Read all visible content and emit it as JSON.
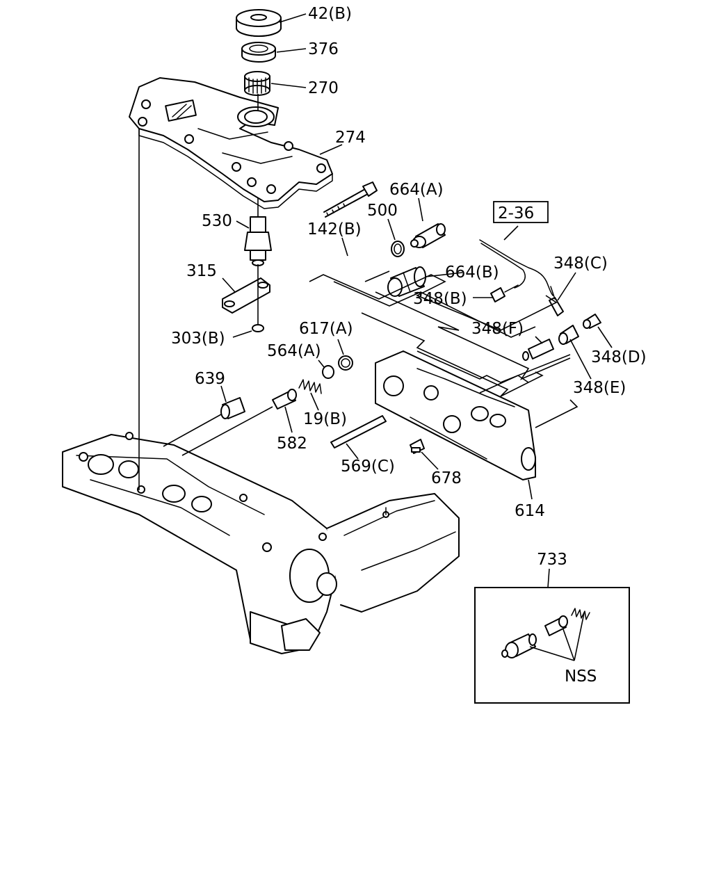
{
  "callouts": [
    {
      "id": "c42b",
      "label": "42(B)"
    },
    {
      "id": "c376",
      "label": "376"
    },
    {
      "id": "c270",
      "label": "270"
    },
    {
      "id": "c274",
      "label": "274"
    },
    {
      "id": "c530",
      "label": "530"
    },
    {
      "id": "c315",
      "label": "315"
    },
    {
      "id": "c303b",
      "label": "303(B)"
    },
    {
      "id": "c142b",
      "label": "142(B)"
    },
    {
      "id": "c500",
      "label": "500"
    },
    {
      "id": "c664a",
      "label": "664(A)"
    },
    {
      "id": "c664b",
      "label": "664(B)"
    },
    {
      "id": "c348b",
      "label": "348(B)"
    },
    {
      "id": "c348c",
      "label": "348(C)"
    },
    {
      "id": "c348f",
      "label": "348(F)"
    },
    {
      "id": "c348d",
      "label": "348(D)"
    },
    {
      "id": "c348e",
      "label": "348(E)"
    },
    {
      "id": "c617a",
      "label": "617(A)"
    },
    {
      "id": "c564a",
      "label": "564(A)"
    },
    {
      "id": "c639",
      "label": "639"
    },
    {
      "id": "c19b",
      "label": "19(B)"
    },
    {
      "id": "c582",
      "label": "582"
    },
    {
      "id": "c569c",
      "label": "569(C)"
    },
    {
      "id": "c678",
      "label": "678"
    },
    {
      "id": "c614",
      "label": "614"
    },
    {
      "id": "c733",
      "label": "733"
    },
    {
      "id": "cnss",
      "label": "NSS"
    }
  ],
  "reference_box": {
    "label": "2-36"
  }
}
